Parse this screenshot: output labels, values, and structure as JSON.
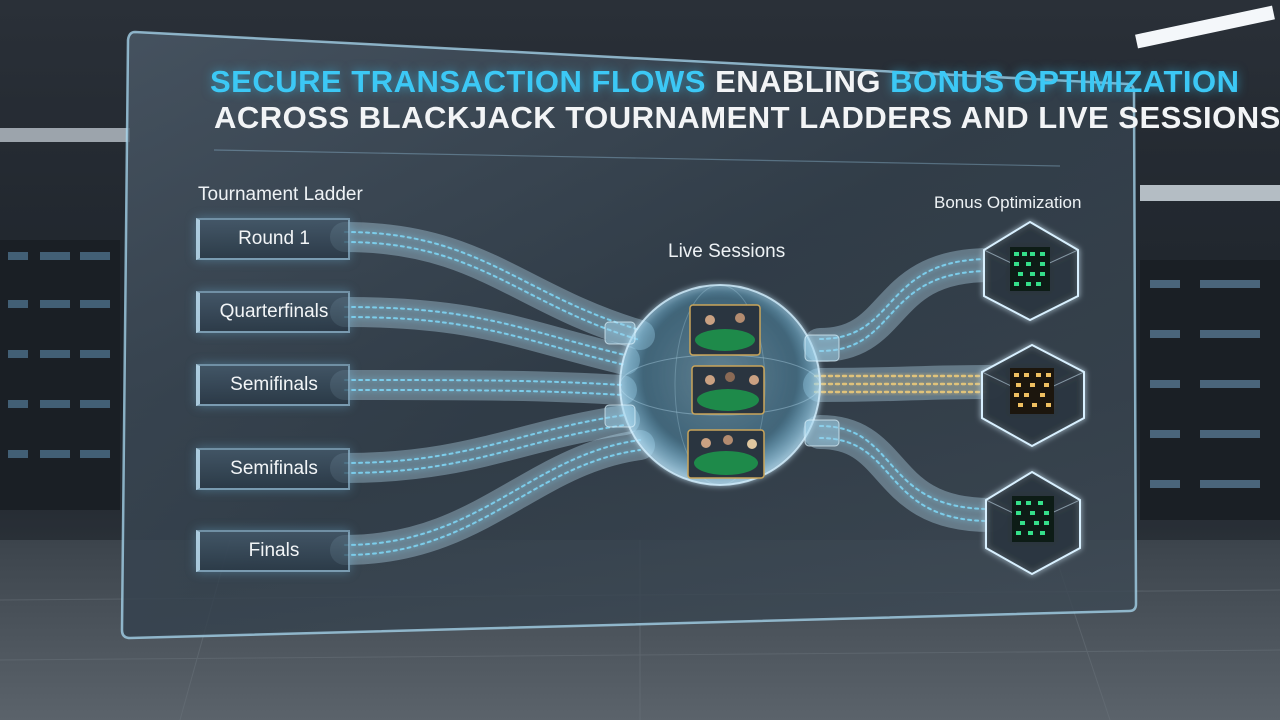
{
  "title": {
    "line1_highlight_a": "Secure Transaction Flows",
    "line1_plain": "Enabling",
    "line1_highlight_b": "Bonus Optimization",
    "line2": "Across Blackjack Tournament Ladders and Live Sessions"
  },
  "ladder": {
    "heading": "Tournament Ladder",
    "stages": [
      "Round 1",
      "Quarterfinals",
      "Semifinals",
      "Semifinals",
      "Finals"
    ]
  },
  "live": {
    "heading": "Live Sessions"
  },
  "bonus": {
    "heading": "Bonus Optimization"
  },
  "colors": {
    "highlight": "#3cc8f5",
    "pipe": "#7fd6f5",
    "gold_flow": "#e7c77a",
    "green_screen": "#35e08a",
    "amber_screen": "#f0c060",
    "felt": "#1e8a4a"
  },
  "icons": [
    "server-rack-icon",
    "blackjack-table-icon",
    "security-crystal-icon",
    "data-stream-icon"
  ]
}
